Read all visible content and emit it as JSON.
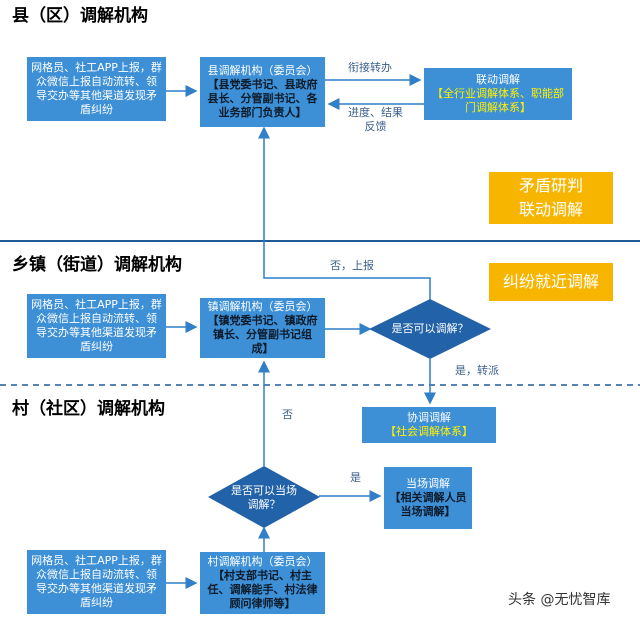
{
  "sections": {
    "county_title": "县（区）调解机构",
    "town_title": "乡镇（街道）调解机构",
    "village_title": "村（社区）调解机构"
  },
  "county": {
    "source": [
      "网格员、社工APP上报，群",
      "众微信上报自动流转、领",
      "导交办等其他渠道发现矛",
      "盾纠纷"
    ],
    "mediation_title": "县调解机构（委员会）",
    "mediation_members": [
      "【县党委书记、县政府",
      "县长、分管副书记、各",
      "业务部门负责人】"
    ],
    "joint_title": "联动调解",
    "joint_detail": [
      "【全行业调解体系、职能部",
      "门调解体系】"
    ],
    "label_transfer": "衔接转办",
    "label_feedback": [
      "进度、结果",
      "反馈"
    ],
    "badge_lines": [
      "矛盾研判",
      "联动调解"
    ]
  },
  "town": {
    "label_up": "否，上报",
    "badge": "纠纷就近调解",
    "source": [
      "网格员、社工APP上报，群",
      "众微信上报自动流转、领",
      "导交办等其他渠道发现矛",
      "盾纠纷"
    ],
    "mediation_title": "镇调解机构（委员会）",
    "mediation_members": [
      "【镇党委书记、镇政府",
      "镇长、分管副书记组",
      "成】"
    ],
    "decision": "是否可以调解？",
    "label_assign": "是，转派",
    "coord_title": "协调调解",
    "coord_detail": "【社会调解体系】"
  },
  "village": {
    "label_no": "否",
    "decision": [
      "是否可以当场",
      "调解？"
    ],
    "label_yes": "是",
    "onsite_title": "当场调解",
    "onsite_detail": [
      "【相关调解人员",
      "当场调解】"
    ],
    "source": [
      "网格员、社工APP上报，群",
      "众微信上报自动流转、领",
      "导交办等其他渠道发现矛",
      "盾纠纷"
    ],
    "mediation_title": "村调解机构（委员会）",
    "mediation_members": [
      "【村支部书记、村主",
      "任、调解能手、村法律",
      "顾问律师等】"
    ]
  },
  "watermark": "头条 @无忧智库"
}
